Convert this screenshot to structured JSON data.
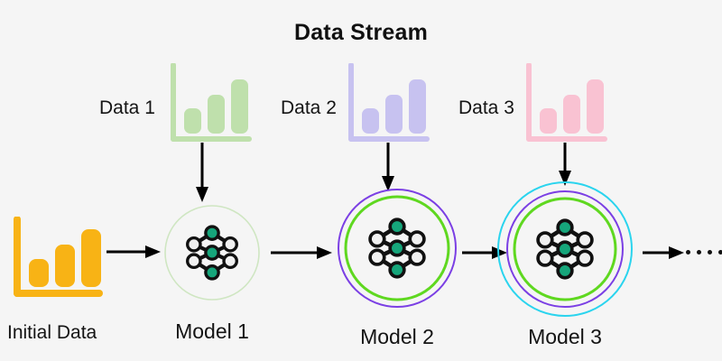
{
  "title": "Data Stream",
  "colors": {
    "background": "#f5f5f5",
    "text": "#141414",
    "arrow": "#000000",
    "initial_data": "#f8b315",
    "data1": "#bfe0ac",
    "data2": "#c7c2f0",
    "data3": "#f9c2d2",
    "node_green": "#16a67b",
    "node_white": "#f1f1f1",
    "node_stroke": "#111111",
    "ring_green": "#5fd820",
    "ring_purple": "#7b3fe4",
    "ring_cyan": "#2ad4ee",
    "ring_pale_green": "#cfe6c2"
  },
  "stream": {
    "datasets": [
      {
        "label": "Data 1",
        "icon": "bar-chart-icon",
        "color_key": "data1",
        "bars": [
          0.42,
          0.68,
          1.0
        ]
      },
      {
        "label": "Data 2",
        "icon": "bar-chart-icon",
        "color_key": "data2",
        "bars": [
          0.42,
          0.68,
          1.0
        ]
      },
      {
        "label": "Data 3",
        "icon": "bar-chart-icon",
        "color_key": "data3",
        "bars": [
          0.42,
          0.68,
          1.0
        ]
      }
    ],
    "initial": {
      "label": "Initial Data",
      "icon": "bar-chart-icon",
      "color_key": "initial_data",
      "bars": [
        0.42,
        0.68,
        1.0
      ]
    },
    "models": [
      {
        "label": "Model 1",
        "icon": "neural-network-icon",
        "rings": [
          "ring_pale_green"
        ]
      },
      {
        "label": "Model 2",
        "icon": "neural-network-icon",
        "rings": [
          "ring_purple",
          "ring_green"
        ]
      },
      {
        "label": "Model 3",
        "icon": "neural-network-icon",
        "rings": [
          "ring_cyan",
          "ring_purple",
          "ring_green"
        ]
      }
    ],
    "continuation": {
      "icon": "ellipsis-icon",
      "dots": 5
    }
  },
  "arrows": {
    "flow_horizontal": [
      "initial-to-model1",
      "model1-to-model2",
      "model2-to-model3",
      "model3-to-continuation"
    ],
    "feed_vertical": [
      "data1-to-model1",
      "data2-to-model2",
      "data3-to-model3"
    ]
  }
}
